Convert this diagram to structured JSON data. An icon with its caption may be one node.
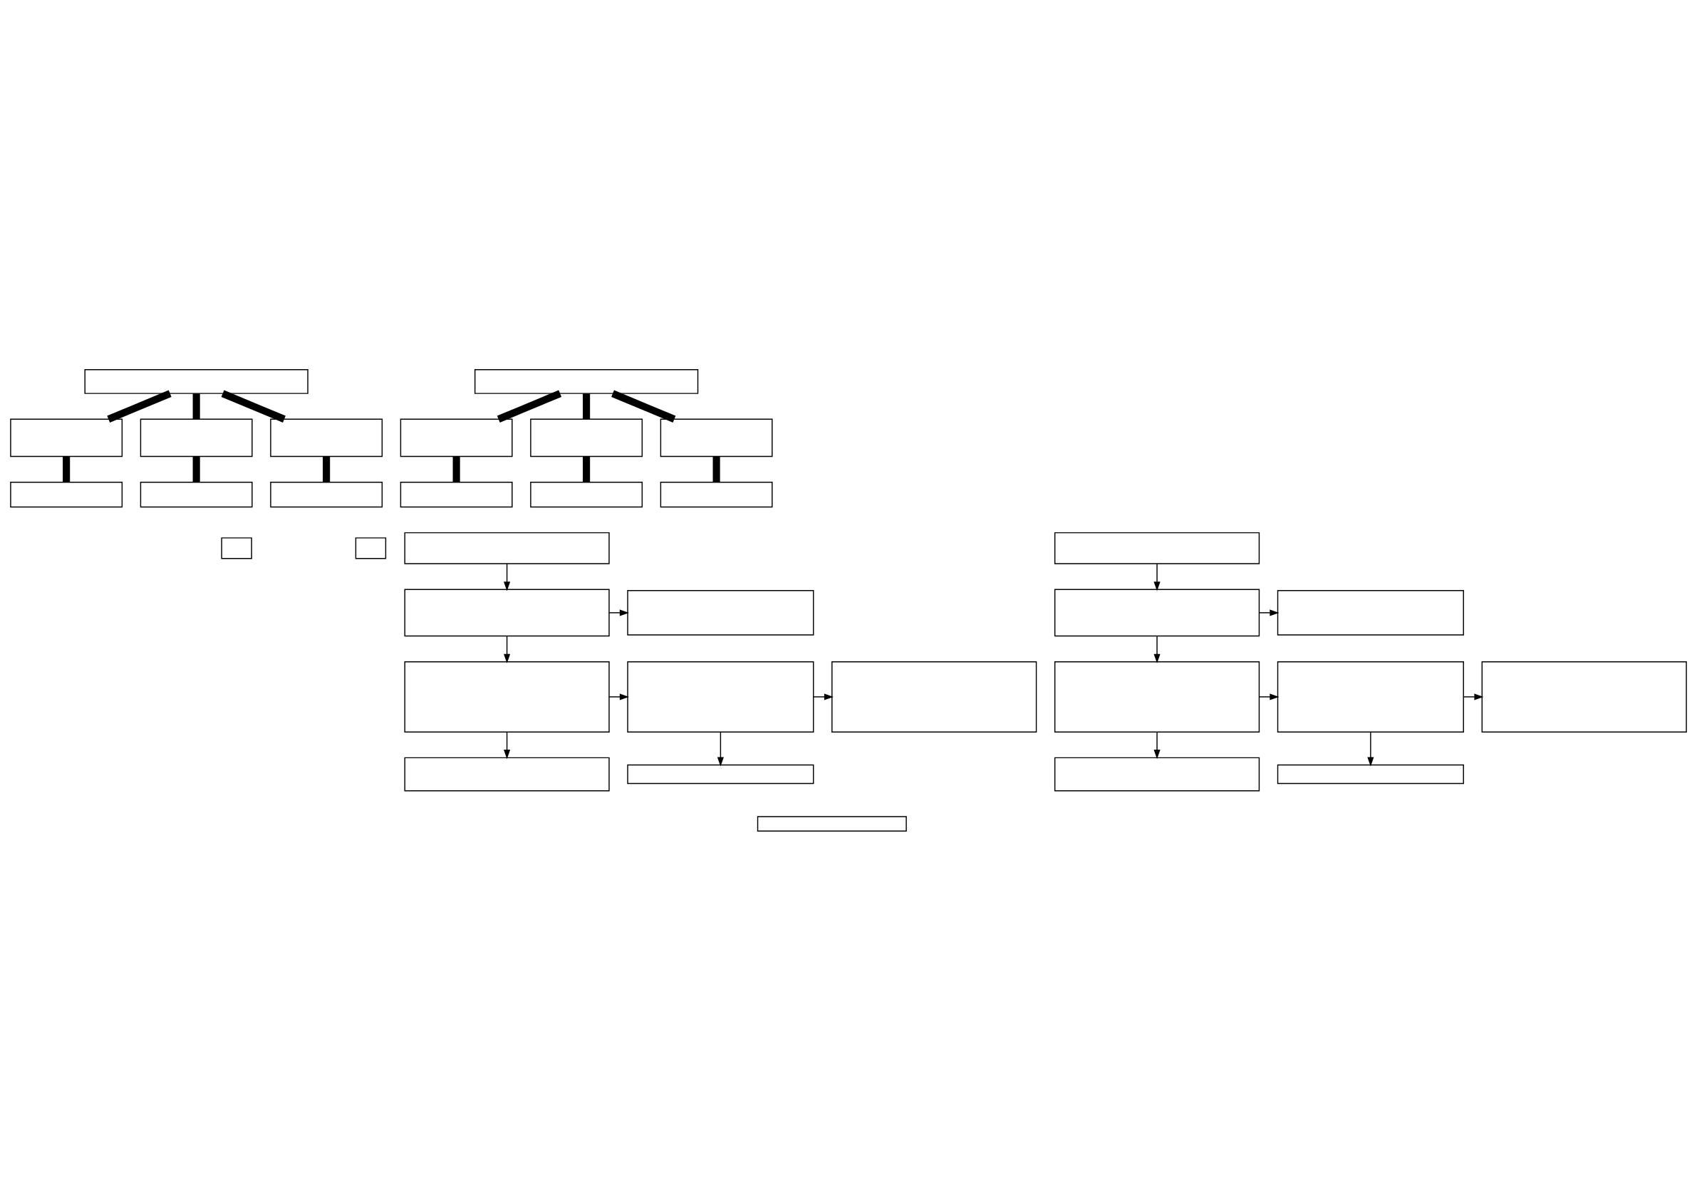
{
  "diagram": {
    "nodes": [
      {
        "text": [],
        "shape": "box"
      },
      {
        "text": [],
        "shape": "box"
      },
      {
        "text": [],
        "shape": "box"
      },
      {
        "text": [],
        "shape": "box"
      },
      {
        "text": [],
        "shape": "box"
      },
      {
        "text": [],
        "shape": "box"
      },
      {
        "text": [],
        "shape": "box"
      },
      {
        "text": [],
        "shape": "box"
      },
      {
        "text": [],
        "shape": "box"
      },
      {
        "text": [],
        "shape": "box"
      },
      {
        "text": [],
        "shape": "box"
      },
      {
        "text": [],
        "shape": "box"
      },
      {
        "text": [],
        "shape": "box"
      },
      {
        "text": [],
        "shape": "box"
      },
      {
        "text": [],
        "shape": "box"
      },
      {
        "text": [],
        "shape": "box"
      },
      {
        "text": [],
        "shape": "box"
      },
      {
        "text": [],
        "shape": "box"
      },
      {
        "text": [],
        "shape": "box"
      },
      {
        "text": [],
        "shape": "box"
      },
      {
        "text": [],
        "shape": "box"
      },
      {
        "text": [],
        "shape": "box"
      },
      {
        "text": [],
        "shape": "box"
      },
      {
        "text": [],
        "shape": "box"
      },
      {
        "text": [],
        "shape": "box"
      },
      {
        "text": [],
        "shape": "box"
      },
      {
        "text": [],
        "shape": "box"
      },
      {
        "text": [],
        "shape": "box"
      },
      {
        "text": [],
        "shape": "box"
      },
      {
        "text": [],
        "shape": "box"
      },
      {
        "text": [],
        "shape": "box"
      },
      {
        "text": [],
        "shape": "box"
      },
      {
        "text": [],
        "shape": "box"
      }
    ],
    "edges": [
      {
        "from": 0,
        "to": 1,
        "arrow": "none",
        "style": "thick"
      },
      {
        "from": 0,
        "to": 2,
        "arrow": "none",
        "style": "thick"
      },
      {
        "from": 0,
        "to": 3,
        "arrow": "none",
        "style": "thick"
      },
      {
        "from": 1,
        "to": 4,
        "arrow": "none",
        "style": "thick"
      },
      {
        "from": 2,
        "to": 5,
        "arrow": "none",
        "style": "thick"
      },
      {
        "from": 3,
        "to": 6,
        "arrow": "none",
        "style": "thick"
      },
      {
        "from": 7,
        "to": 8,
        "arrow": "none",
        "style": "thick"
      },
      {
        "from": 7,
        "to": 9,
        "arrow": "none",
        "style": "thick"
      },
      {
        "from": 7,
        "to": 10,
        "arrow": "none",
        "style": "thick"
      },
      {
        "from": 8,
        "to": 11,
        "arrow": "none",
        "style": "thick"
      },
      {
        "from": 9,
        "to": 12,
        "arrow": "none",
        "style": "thick"
      },
      {
        "from": 10,
        "to": 13,
        "arrow": "none",
        "style": "thick"
      },
      {
        "from": 15,
        "to": 16,
        "arrow": "to"
      },
      {
        "from": 16,
        "to": 17,
        "arrow": "to"
      },
      {
        "from": 16,
        "to": 18,
        "arrow": "to"
      },
      {
        "from": 18,
        "to": 19,
        "arrow": "to"
      },
      {
        "from": 19,
        "to": 20,
        "arrow": "to"
      },
      {
        "from": 19,
        "to": 21,
        "arrow": "to"
      },
      {
        "from": 18,
        "to": 22,
        "arrow": "to"
      },
      {
        "from": 24,
        "to": 25,
        "arrow": "to"
      },
      {
        "from": 25,
        "to": 26,
        "arrow": "to"
      },
      {
        "from": 25,
        "to": 27,
        "arrow": "to"
      },
      {
        "from": 27,
        "to": 28,
        "arrow": "to"
      },
      {
        "from": 28,
        "to": 29,
        "arrow": "to"
      },
      {
        "from": 28,
        "to": 30,
        "arrow": "to"
      },
      {
        "from": 27,
        "to": 31,
        "arrow": "to"
      }
    ]
  }
}
